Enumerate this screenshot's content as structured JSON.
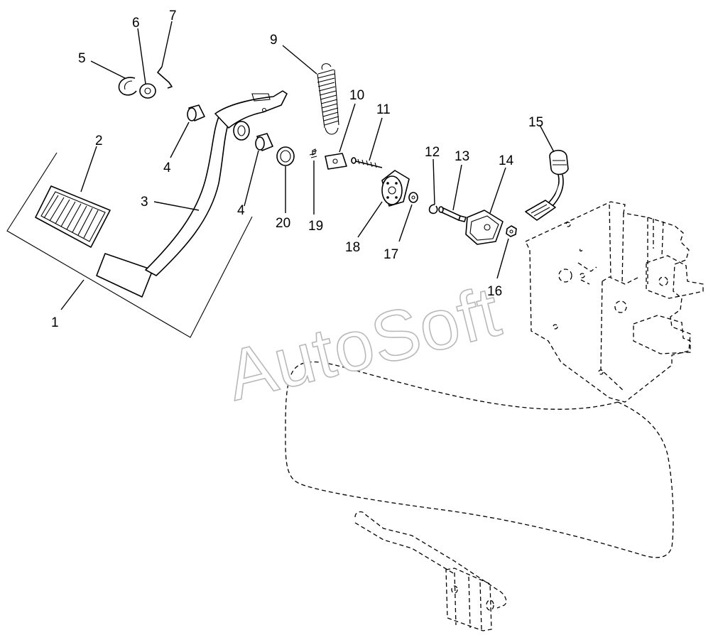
{
  "diagram": {
    "watermark": "AutoSoft",
    "callouts": [
      {
        "id": "c1",
        "label": "1"
      },
      {
        "id": "c2",
        "label": "2"
      },
      {
        "id": "c3",
        "label": "3"
      },
      {
        "id": "c4a",
        "label": "4"
      },
      {
        "id": "c4b",
        "label": "4"
      },
      {
        "id": "c5",
        "label": "5"
      },
      {
        "id": "c6",
        "label": "6"
      },
      {
        "id": "c7",
        "label": "7"
      },
      {
        "id": "c9",
        "label": "9"
      },
      {
        "id": "c10",
        "label": "10"
      },
      {
        "id": "c11",
        "label": "11"
      },
      {
        "id": "c12",
        "label": "12"
      },
      {
        "id": "c13",
        "label": "13"
      },
      {
        "id": "c14",
        "label": "14"
      },
      {
        "id": "c15",
        "label": "15"
      },
      {
        "id": "c16",
        "label": "16"
      },
      {
        "id": "c17",
        "label": "17"
      },
      {
        "id": "c18",
        "label": "18"
      },
      {
        "id": "c19",
        "label": "19"
      },
      {
        "id": "c20",
        "label": "20"
      }
    ]
  }
}
